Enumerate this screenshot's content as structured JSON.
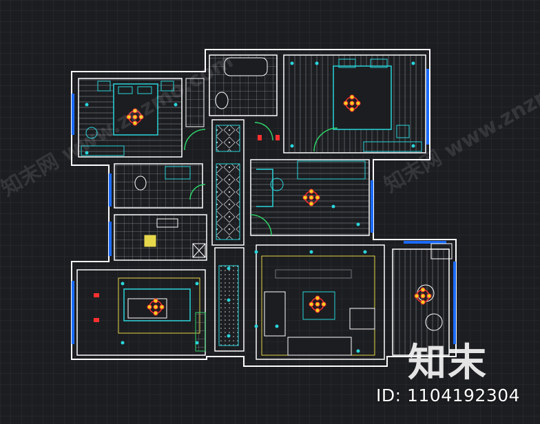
{
  "watermark": {
    "id_text": "ID: 1104192304",
    "logo_text": "知末",
    "diagonal_text": "知末网 www.znzmo.com"
  },
  "colors": {
    "background": "#1c1d20",
    "grid": "#2c2e33",
    "wall": "#ffffff",
    "furniture": "#29d6dc",
    "fixture": "#1a6bff",
    "door": "#2fd36a",
    "trim": "#e6d84a",
    "hatch": "#8a8f98",
    "light_fixture": "#ff3030"
  },
  "icons": [
    "bed-icon",
    "sofa-icon",
    "dining-table-icon",
    "toilet-icon",
    "bathtub-icon",
    "ceiling-light-icon",
    "door-swing-icon",
    "wardrobe-icon"
  ]
}
